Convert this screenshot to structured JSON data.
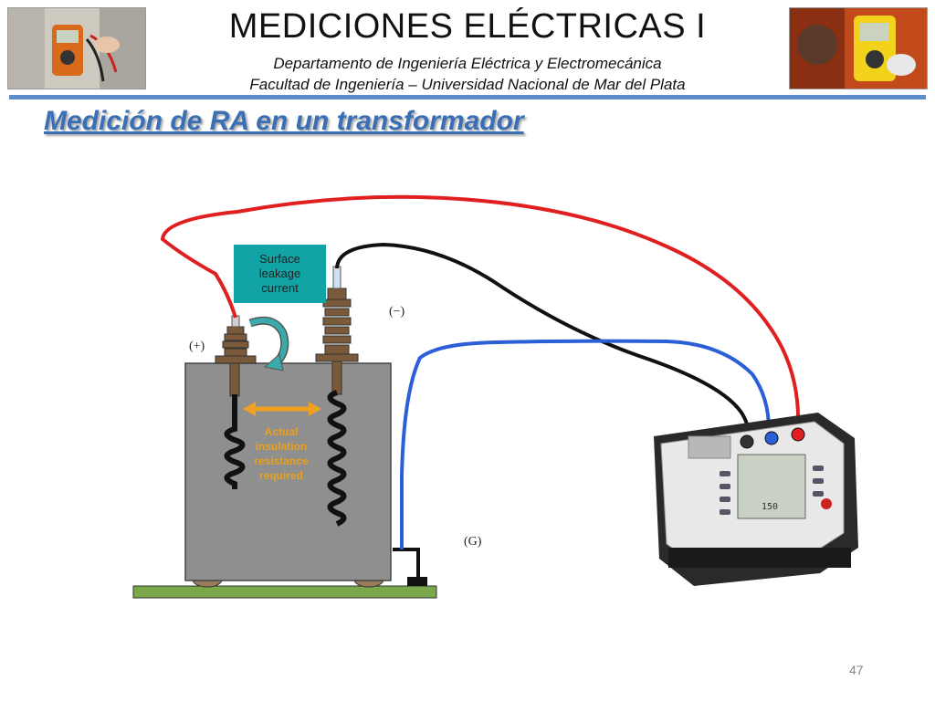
{
  "header": {
    "title": "MEDICIONES ELÉCTRICAS I",
    "subtitle1": "Departamento de Ingeniería Eléctrica y Electromecánica",
    "subtitle2": "Facultad de Ingeniería – Universidad Nacional de Mar del Plata"
  },
  "slide": {
    "title": "Medición de RA en un transformador",
    "page_number": "47"
  },
  "diagram": {
    "surface_leakage_label": "Surface\nleakage\ncurrent",
    "insulation_label": "Actual\ninsulation\nresistance\nrequired",
    "terminal_plus": "(+)",
    "terminal_minus": "(−)",
    "terminal_guard": "(G)",
    "meter_reading": "150"
  },
  "colors": {
    "header_rule": "#5b8bc8",
    "title": "#3a6fb5",
    "lead_positive": "#e02020",
    "lead_negative": "#111111",
    "lead_guard": "#2a5fd8",
    "transformer_body": "#8f8f8f",
    "leakage_box": "#12a3a4",
    "insulation_arrow": "#f0a020",
    "ground_plate": "#7aa84a"
  }
}
